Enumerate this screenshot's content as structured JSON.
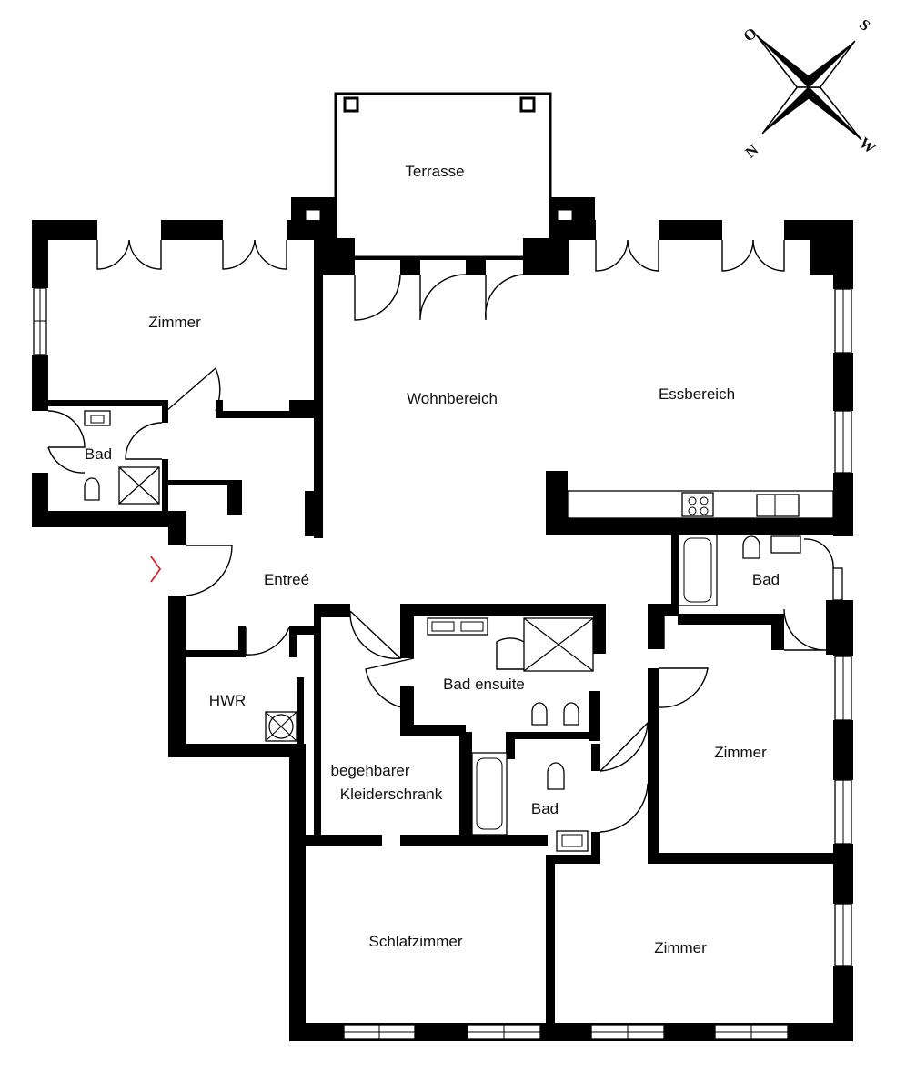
{
  "rooms": {
    "terrasse": "Terrasse",
    "zimmer_nw": "Zimmer",
    "bad_w": "Bad",
    "wohnbereich": "Wohnbereich",
    "essbereich": "Essbereich",
    "entree": "Entreé",
    "bad_e": "Bad",
    "bad_ensuite": "Bad ensuite",
    "hwr": "HWR",
    "walk_in_line1": "begehbarer",
    "walk_in_line2": "Kleiderschrank",
    "bad_center": "Bad",
    "zimmer_e": "Zimmer",
    "schlafzimmer": "Schlafzimmer",
    "zimmer_se": "Zimmer"
  },
  "compass": {
    "top_left": "O",
    "top_right": "S",
    "bottom_left": "N",
    "bottom_right": "W"
  },
  "colors": {
    "wall": "#000000",
    "background": "#ffffff",
    "entrance_marker": "#d9262c"
  },
  "icons": {
    "entrance": "entrance-chevron-icon",
    "compass": "compass-rose-icon"
  }
}
